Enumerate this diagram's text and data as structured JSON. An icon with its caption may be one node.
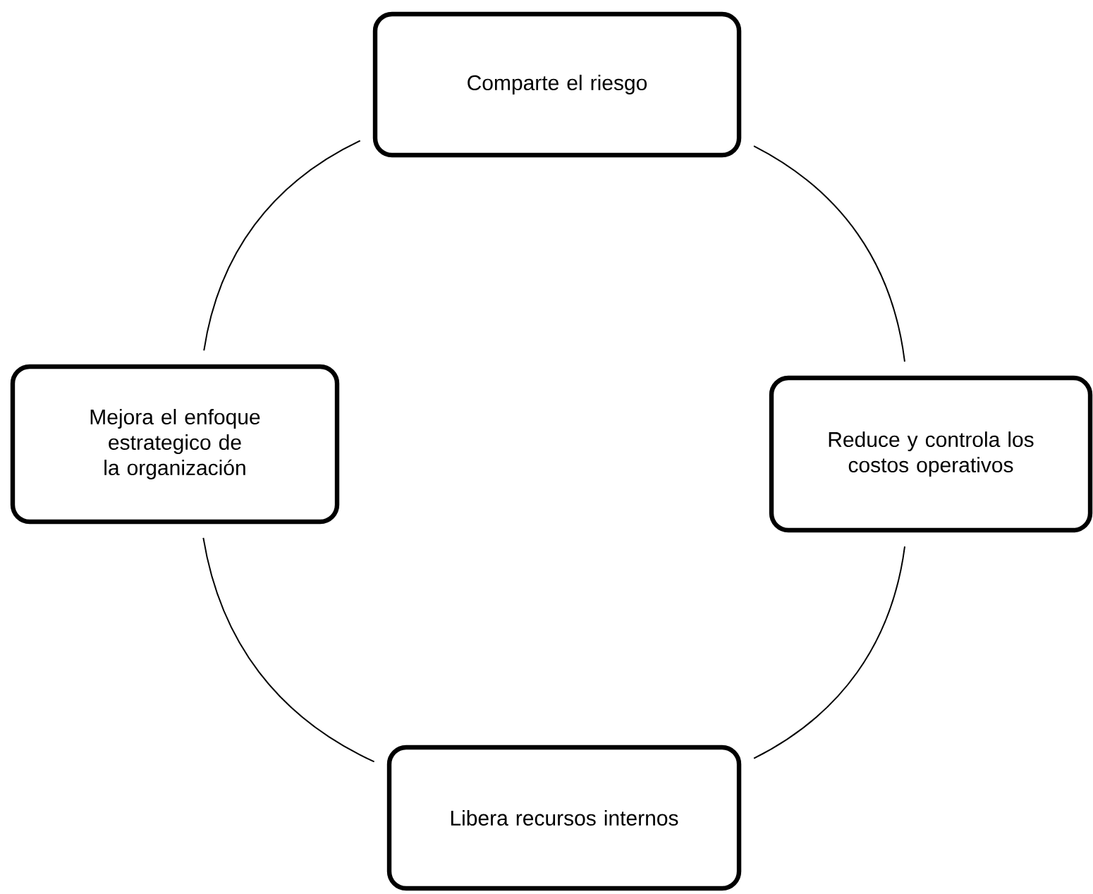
{
  "diagram": {
    "nodes": [
      {
        "text": [
          "Comparte el riesgo"
        ]
      },
      {
        "text": [
          "Reduce y controla los costos operativos"
        ]
      },
      {
        "text": [
          "Libera recursos internos"
        ]
      },
      {
        "text": [
          "Mejora el enfoque estrategico de la organización"
        ]
      }
    ],
    "edges": [
      {
        "from": 0,
        "to": 1,
        "arrow": "none"
      },
      {
        "from": 1,
        "to": 2,
        "arrow": "none"
      },
      {
        "from": 2,
        "to": 3,
        "arrow": "none"
      },
      {
        "from": 3,
        "to": 0,
        "arrow": "none"
      }
    ]
  }
}
